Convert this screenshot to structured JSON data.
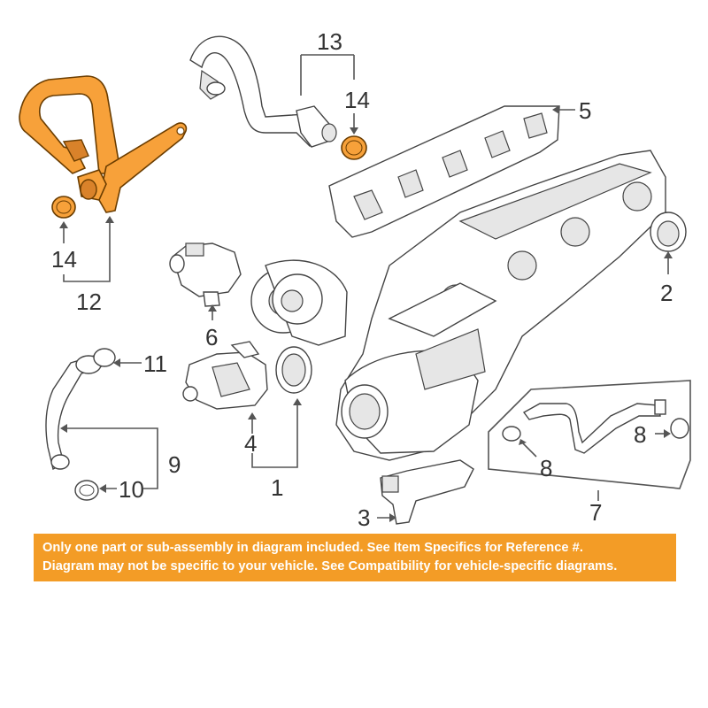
{
  "callouts": {
    "c1": "1",
    "c2": "2",
    "c3": "3",
    "c4": "4",
    "c5": "5",
    "c6": "6",
    "c7": "7",
    "c8a": "8",
    "c8b": "8",
    "c9": "9",
    "c10": "10",
    "c11": "11",
    "c12": "12",
    "c13": "13",
    "c14a": "14",
    "c14b": "14"
  },
  "notice": {
    "line1": "Only one part or sub-assembly in diagram included. See Item Specifics for Reference #.",
    "line2": "Diagram may not be specific to your vehicle. See Compatibility for vehicle-specific diagrams."
  },
  "colors": {
    "highlight": "#f7a13a",
    "notice_bg": "#f39c26",
    "notice_text": "#ffffff"
  }
}
